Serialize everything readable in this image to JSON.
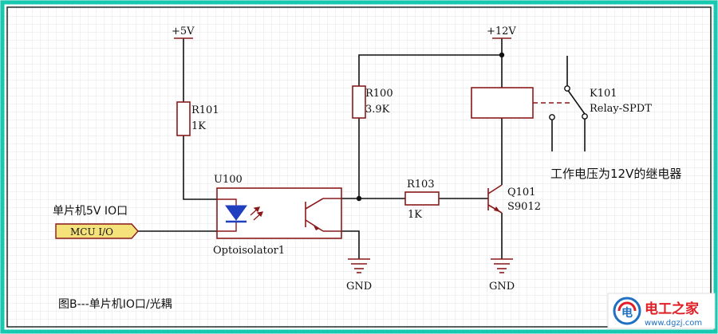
{
  "supplies": {
    "v5": "+5V",
    "v12": "+12V"
  },
  "grounds": {
    "left": "GND",
    "right": "GND"
  },
  "r101": {
    "ref": "R101",
    "value": "1K"
  },
  "r100": {
    "ref": "R100",
    "value": "3.9K"
  },
  "r103": {
    "ref": "R103",
    "value": "1K"
  },
  "u100": {
    "ref": "U100",
    "part": "Optoisolator1"
  },
  "q101": {
    "ref": "Q101",
    "part": "S9012"
  },
  "k101": {
    "ref": "K101",
    "part": "Relay-SPDT"
  },
  "notes": {
    "relay_note": "工作电压为12V的继电器",
    "mcu_label": "单片机5V IO口",
    "port_label": "MCU I/O",
    "caption": "图B---单片机IO口/光耦"
  },
  "watermark": {
    "name": "电工之家",
    "url": "www.dgzj.com",
    "logo_text": "电"
  },
  "colors": {
    "frame": "#17c9b0",
    "grid": "#e6e6e6",
    "wire": "#111111",
    "component": "#8b1a1a",
    "port_fill": "#f5e27a",
    "label": "#111111",
    "logo_red": "#e01e26",
    "logo_blue": "#1f6fc3"
  }
}
